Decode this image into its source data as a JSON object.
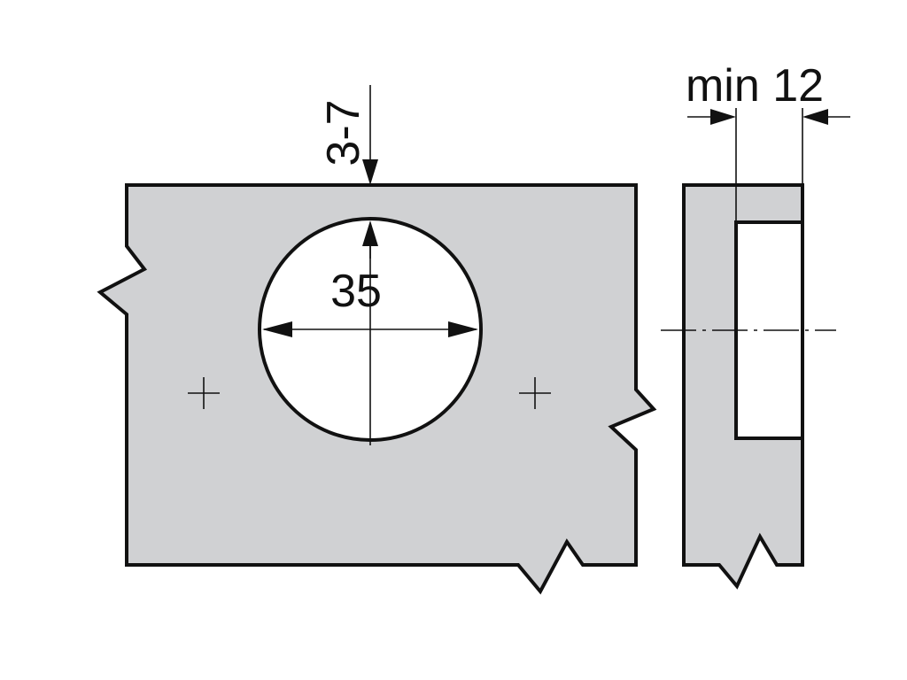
{
  "drawing": {
    "hole_diameter_label": "35",
    "edge_distance_label": "3-7",
    "min_thickness_label": "min 12",
    "colors": {
      "part_fill": "#d0d1d3",
      "line": "#111111",
      "background": "#ffffff"
    }
  }
}
